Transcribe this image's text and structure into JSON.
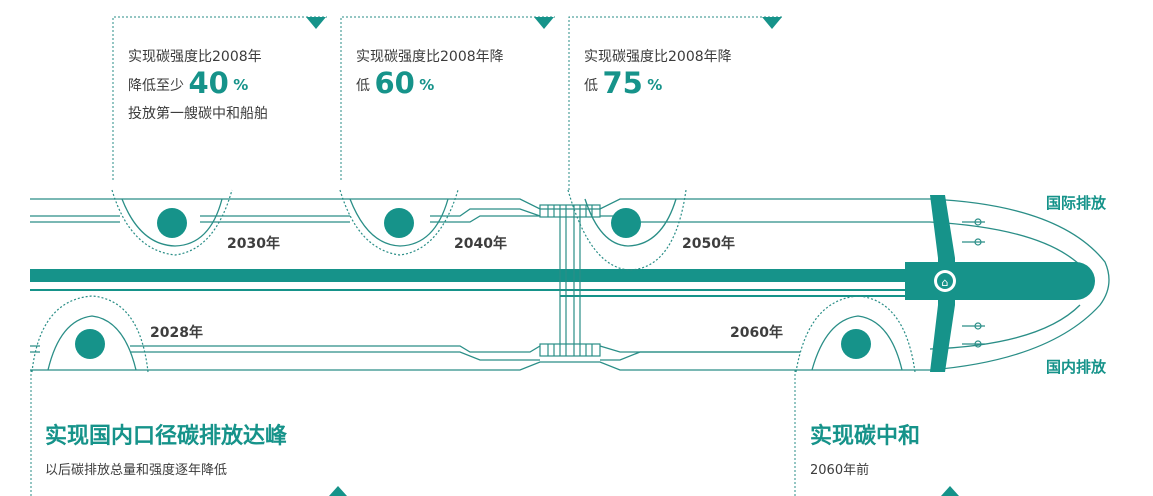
{
  "milestones_top": [
    {
      "line1": "实现碳强度比2008年",
      "line2_prefix": "降低至少",
      "value": "40",
      "unit": "%",
      "line3": "投放第一艘碳中和船舶",
      "year": "2030年"
    },
    {
      "line1": "实现碳强度比2008年降",
      "line2_prefix": "低",
      "value": "60",
      "unit": "%",
      "year": "2040年"
    },
    {
      "line1": "实现碳强度比2008年降",
      "line2_prefix": "低",
      "value": "75",
      "unit": "%",
      "year": "2050年"
    }
  ],
  "milestones_bottom": [
    {
      "year": "2028年",
      "heading": "实现国内口径碳排放达峰",
      "sub": "以后碳排放总量和强度逐年降低"
    },
    {
      "year": "2060年",
      "heading": "实现碳中和",
      "sub": "2060年前"
    }
  ],
  "side_labels": {
    "international": "国际排放",
    "domestic": "国内排放"
  },
  "colors": {
    "accent": "#16938a",
    "dark_teal": "#0e7f78"
  }
}
